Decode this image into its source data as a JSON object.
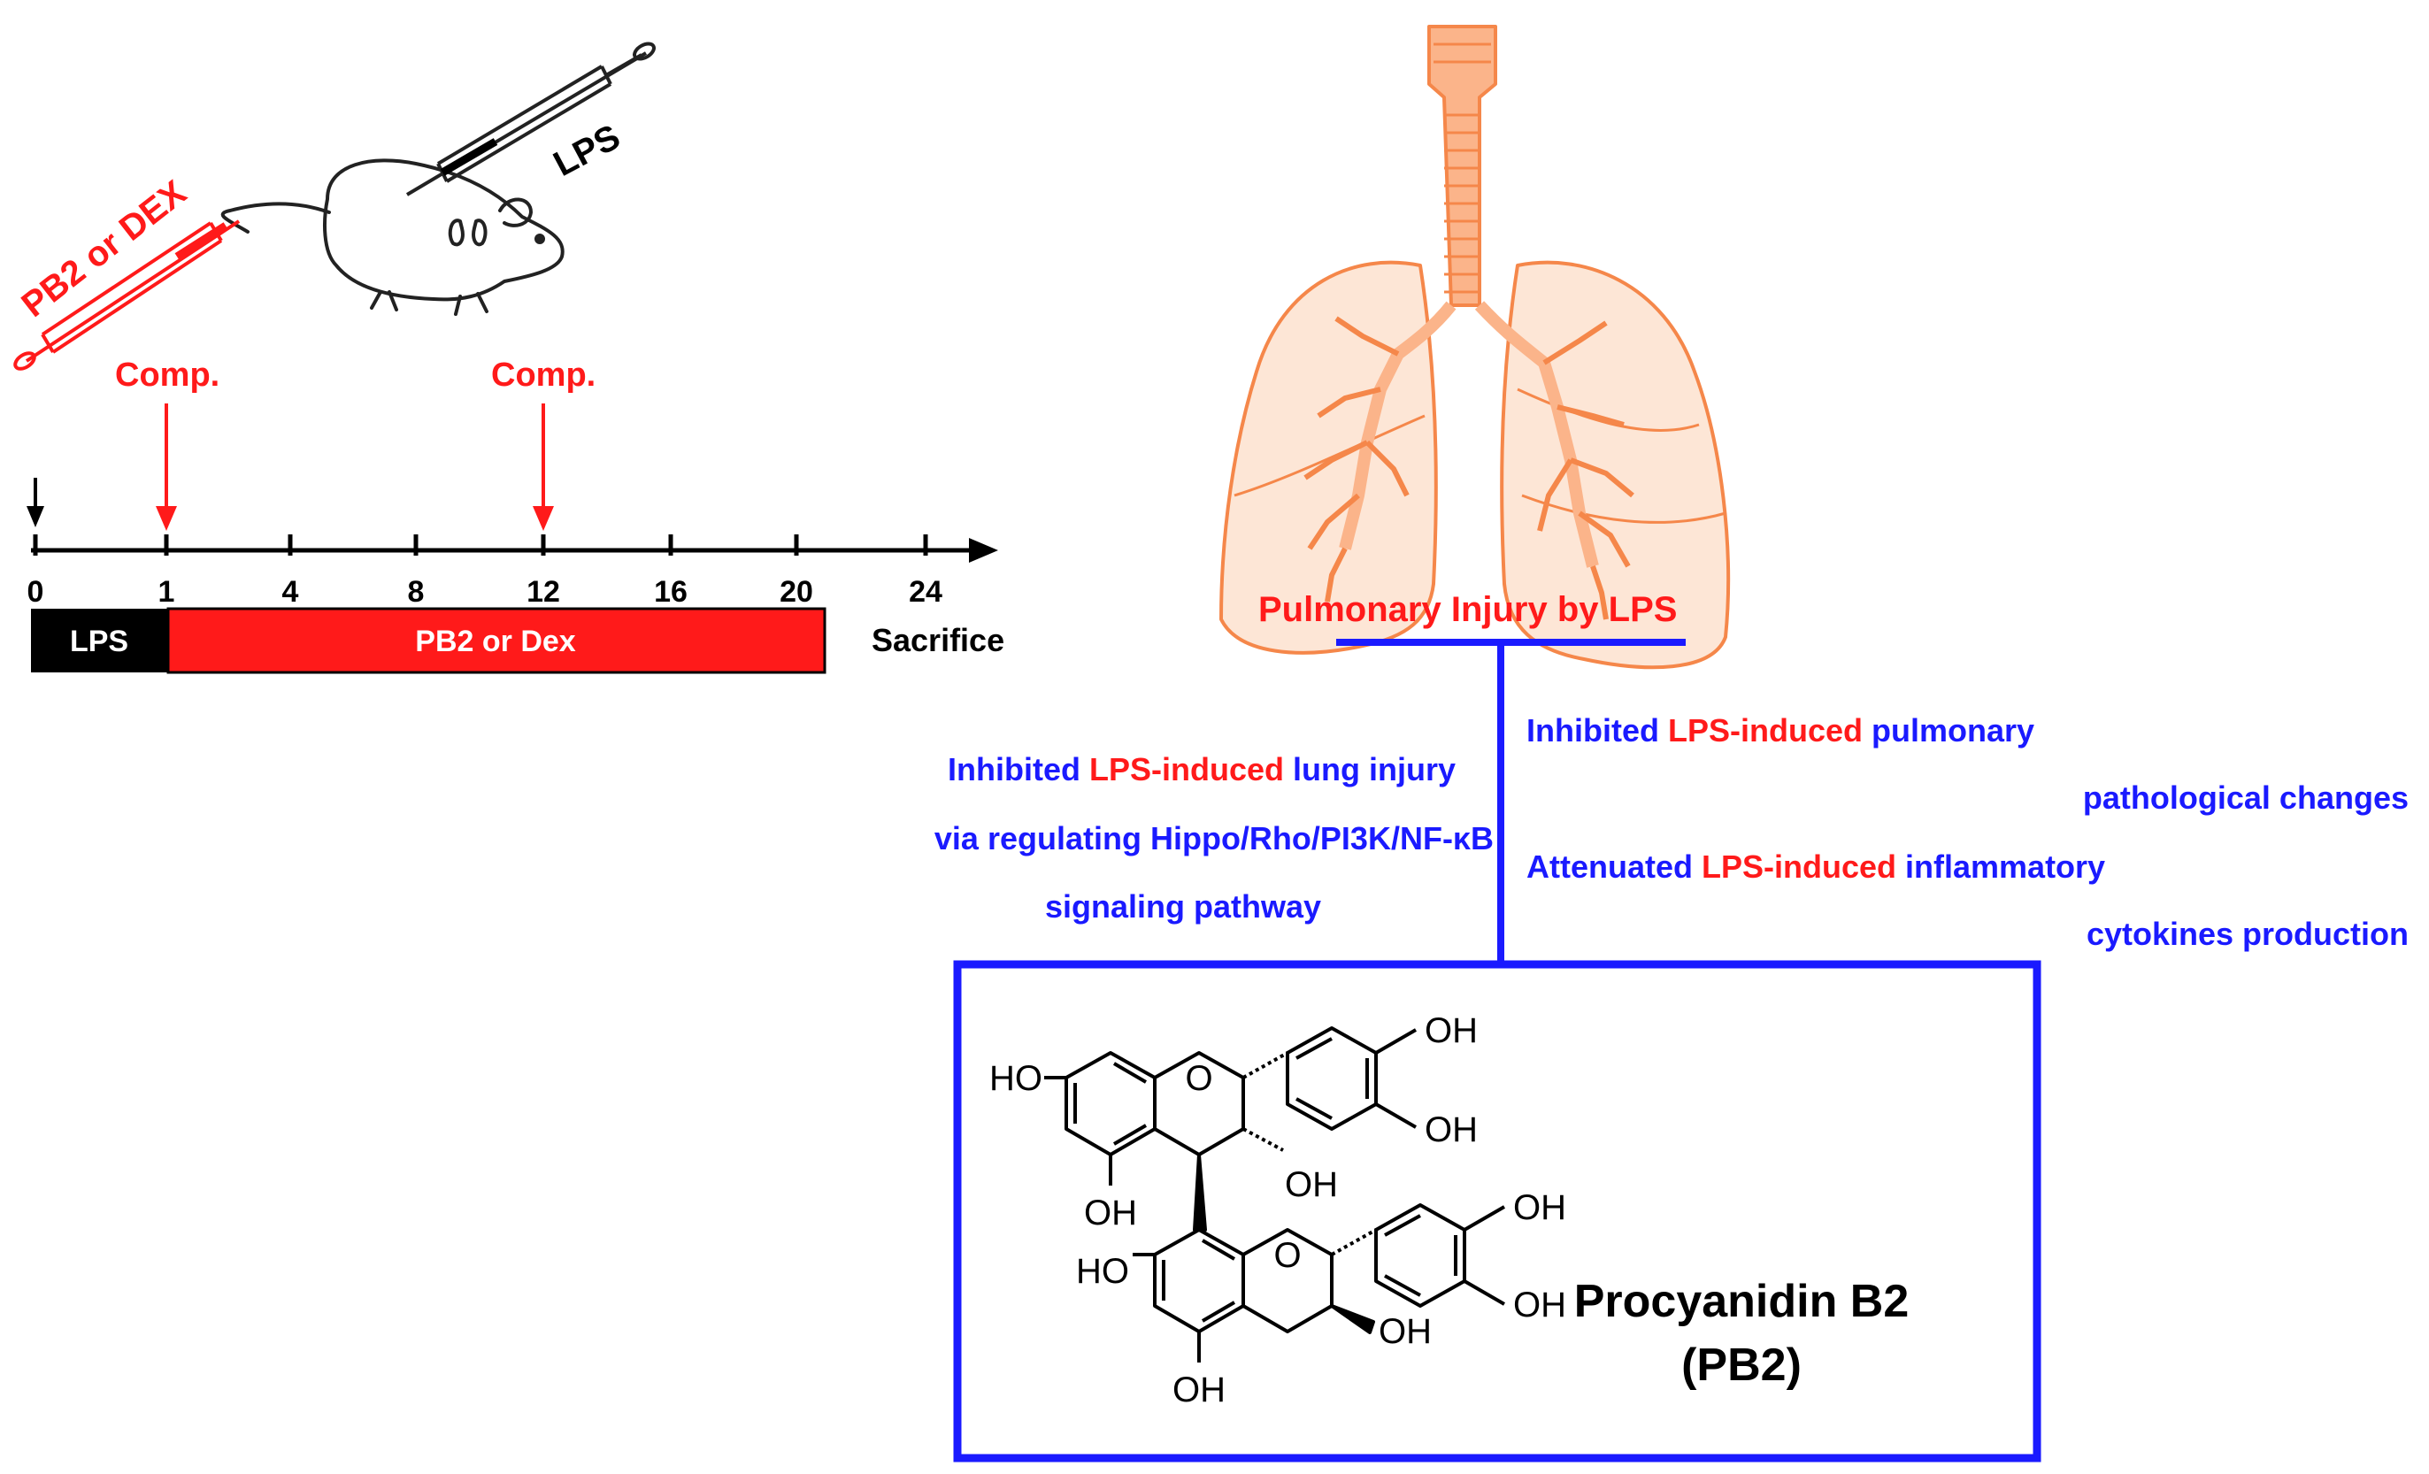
{
  "colors": {
    "blue": "#1a1aff",
    "red": "#ff1a1a",
    "lung_fill": "#fde2cf",
    "lung_stroke": "#f5874a",
    "black": "#000000"
  },
  "schematic": {
    "syringe_red_label": "PB2 or DEX",
    "syringe_black_label": "LPS",
    "comp_label": "Comp."
  },
  "timeline": {
    "ticks": [
      "0",
      "1",
      "4",
      "8",
      "12",
      "16",
      "20",
      "24"
    ],
    "bar_lps": "LPS",
    "bar_pb2": "PB2 or Dex",
    "sacrifice": "Sacrifice"
  },
  "lung": {
    "title": "Pulmonary Injury by LPS"
  },
  "left_effect": {
    "l1a": "Inhibited ",
    "l1b": "LPS-induced",
    "l1c": " lung injury",
    "l2": "via regulating Hippo/Rho/PI3K/NF-κB",
    "l3": "signaling pathway"
  },
  "right_effect": {
    "l1a": "Inhibited ",
    "l1b": "LPS-induced",
    "l1c": " pulmonary",
    "l2": "pathological changes",
    "l3a": "Attenuated ",
    "l3b": "LPS-induced",
    "l3c": " inflammatory",
    "l4": "cytokines production"
  },
  "compound": {
    "name": "Procyanidin B2",
    "abbr": "(PB2)",
    "groups": {
      "oh": "OH",
      "ho": "HO",
      "o": "O"
    }
  }
}
